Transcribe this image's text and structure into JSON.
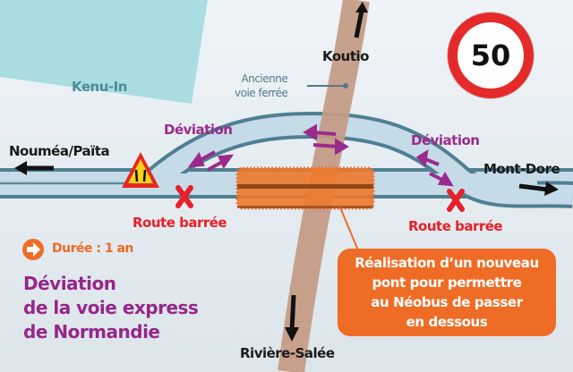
{
  "places": {
    "north": "Koutio",
    "south": "Rivière-Salée",
    "west": "Nouméa/Païta",
    "east": "Mont-Dore",
    "water": "Kenu-In"
  },
  "railway_label": "Ancienne voie ferrée",
  "railway_label_lines": [
    "Ancienne",
    "voie ferrée"
  ],
  "deviation_label": "Déviation",
  "closed_label": "Route barrée",
  "speed_limit": "50",
  "duration": "Durée : 1 an",
  "title_lines": [
    "Déviation",
    "de la voie express",
    "de Normandie"
  ],
  "callout_lines": [
    "Réalisation d’un nouveau",
    "pont pour permettre",
    "au Néobus de passer",
    "en dessous"
  ],
  "colors": {
    "deviation": "#9a2a8c",
    "closed": "#e8202a",
    "works": "#ef6c26",
    "road": "#c5dbe8",
    "road_edge": "#4f7f92",
    "railway": "#c49c86",
    "water": "#a9dde2"
  }
}
